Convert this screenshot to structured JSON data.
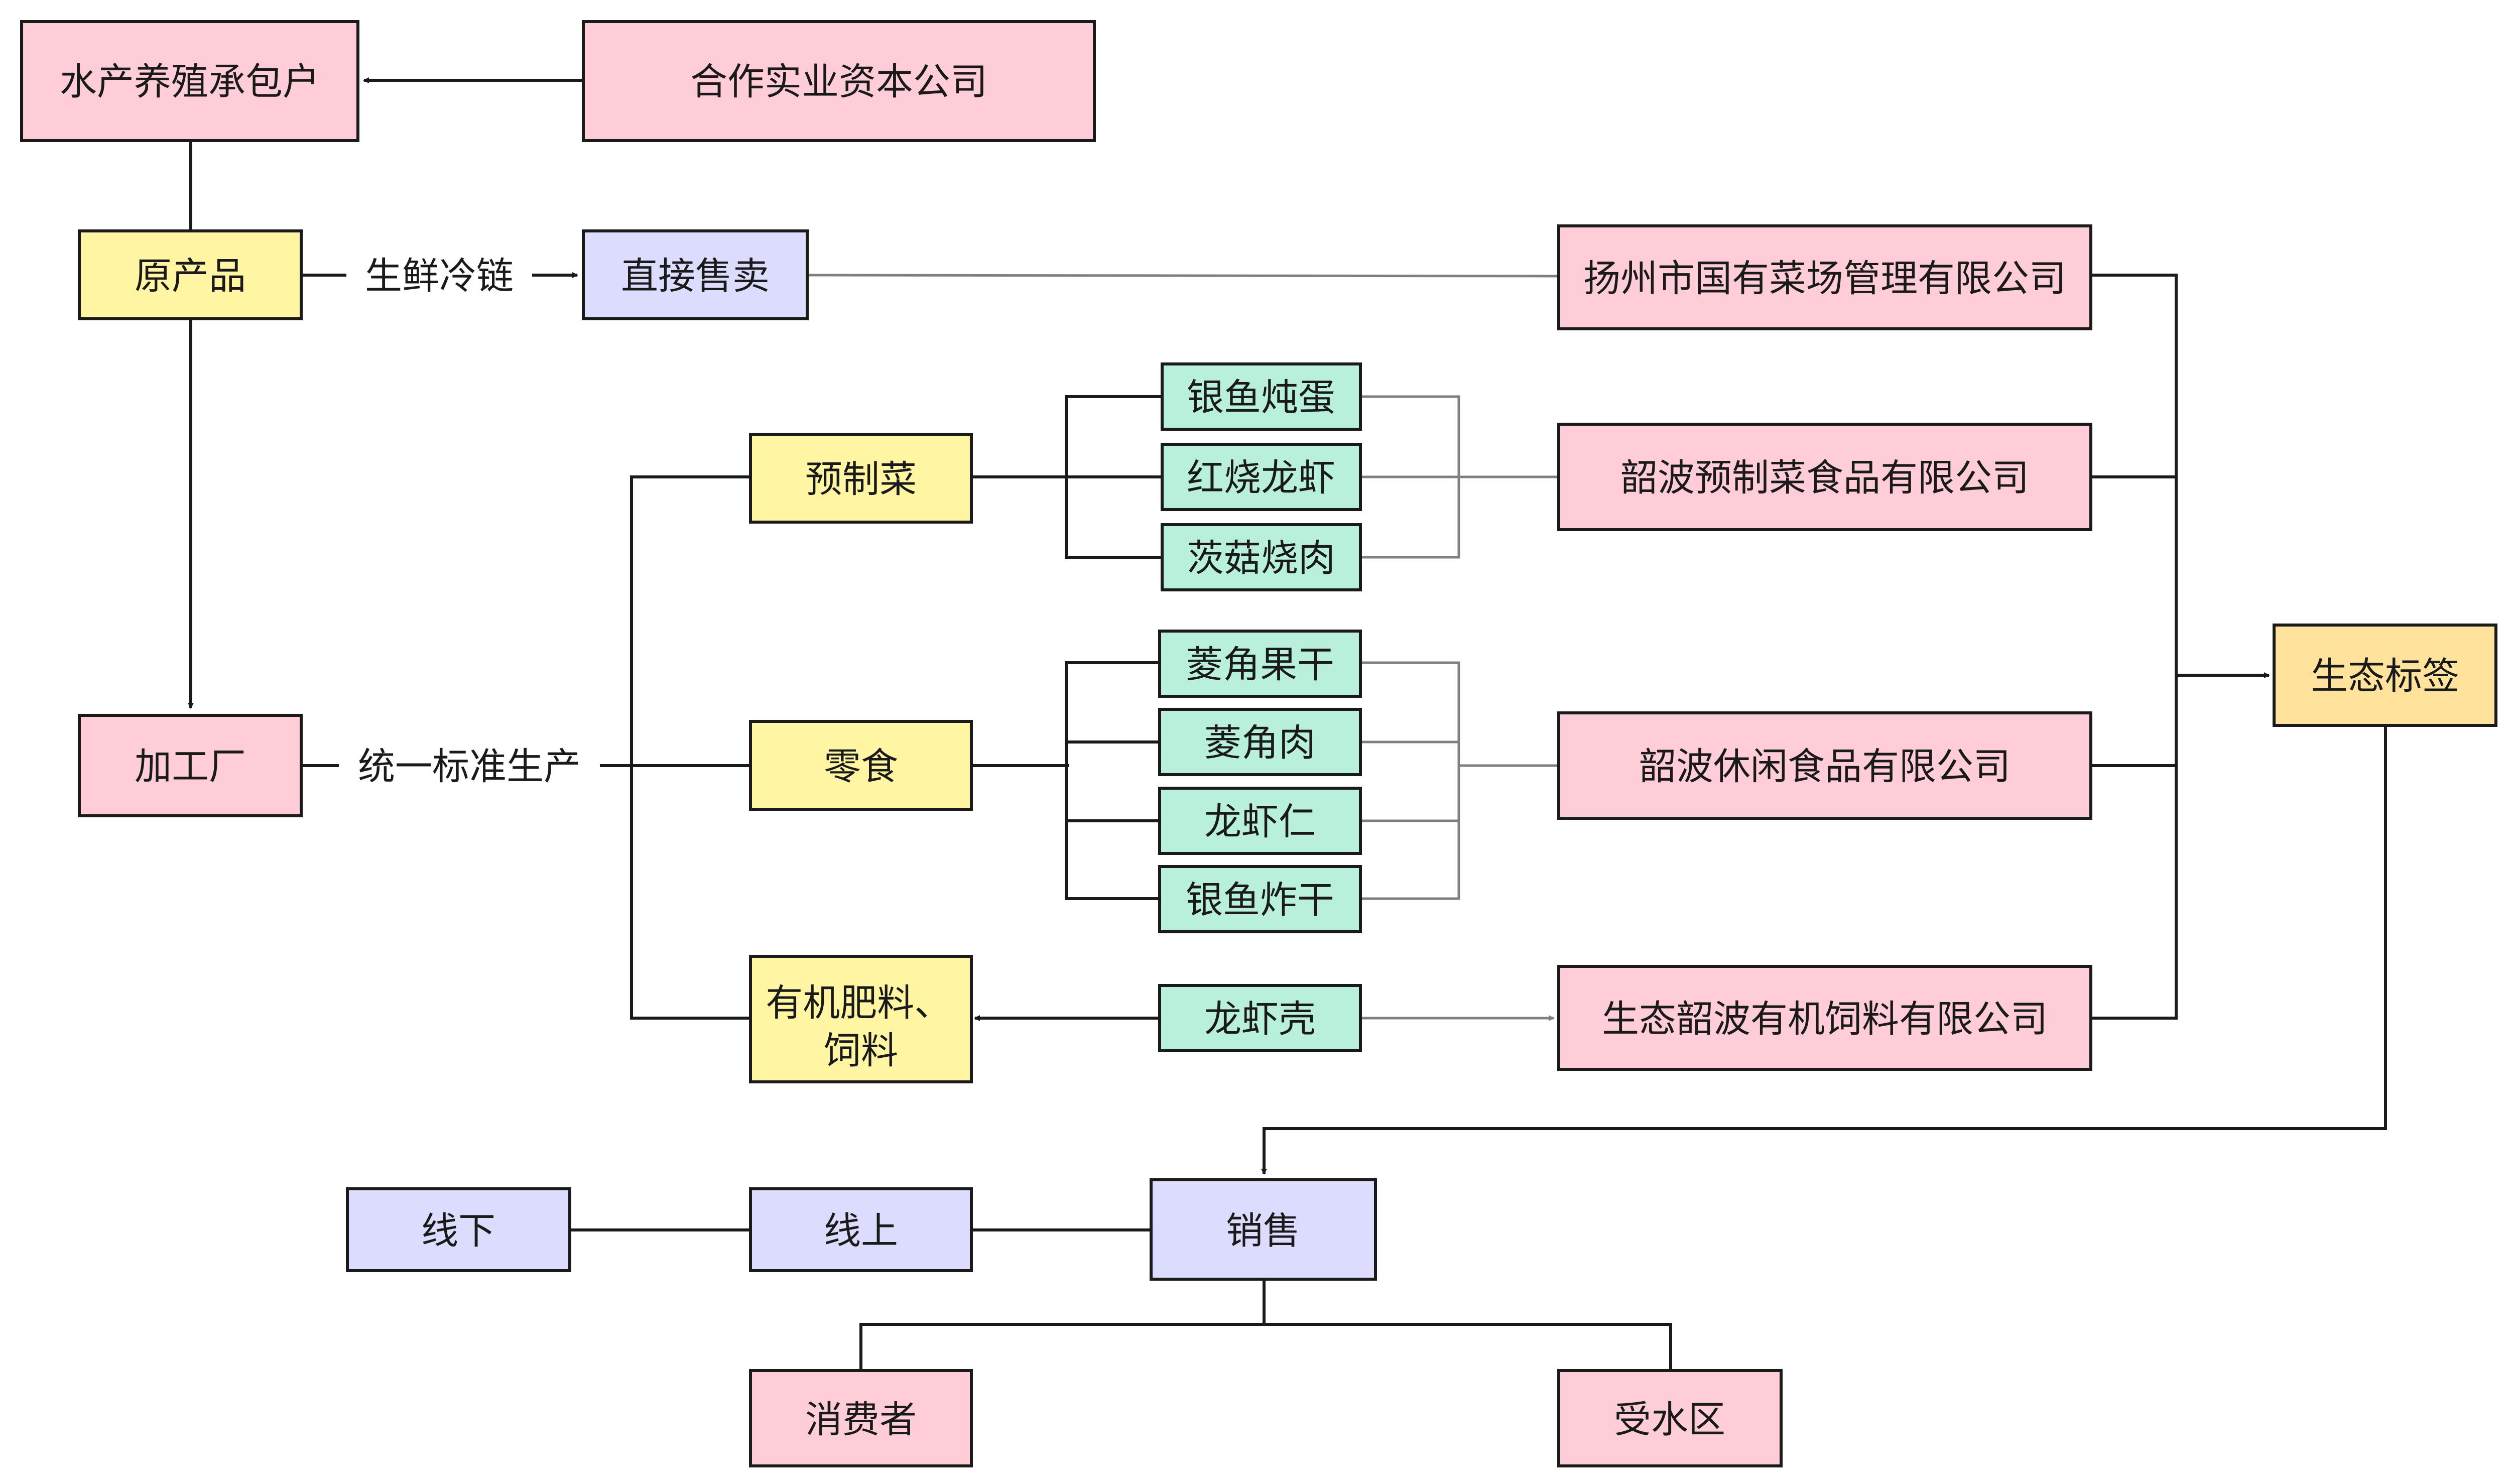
{
  "colors": {
    "pink": "#ffcdd8",
    "yellow": "#fff5a3",
    "lavender": "#dcdcff",
    "mint": "#b8f0dc",
    "orange": "#ffe29b",
    "line_dark": "#1a1a1a",
    "line_gray": "#7f7f7f"
  },
  "nodes": {
    "aquaculture": "水产养殖承包户",
    "capital": "合作实业资本公司",
    "raw": "原产品",
    "direct_sale": "直接售卖",
    "yangzhou": "扬州市国有菜场管理有限公司",
    "prepared": "预制菜",
    "dish1": "银鱼炖蛋",
    "dish2": "红烧龙虾",
    "dish3": "茨菇烧肉",
    "shaobo_prepared": "韶波预制菜食品有限公司",
    "eco_label": "生态标签",
    "factory": "加工厂",
    "snack": "零食",
    "snack1": "菱角果干",
    "snack2": "菱角肉",
    "snack3": "龙虾仁",
    "snack4": "银鱼炸干",
    "shaobo_leisure": "韶波休闲食品有限公司",
    "fertilizer_line1": "有机肥料、",
    "fertilizer_line2": "饲料",
    "shell": "龙虾壳",
    "shaobo_feed": "生态韶波有机饲料有限公司",
    "offline": "线下",
    "online": "线上",
    "sales": "销售",
    "consumer": "消费者",
    "water_area": "受水区"
  },
  "labels": {
    "cold_chain": "生鲜冷链",
    "standard": "统一标准生产"
  }
}
